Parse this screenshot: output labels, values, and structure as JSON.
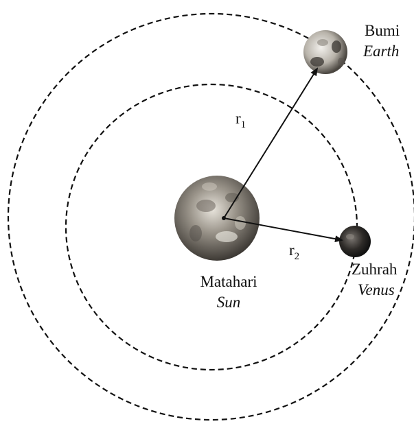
{
  "earth": {
    "name": "Bumi",
    "name_en": "Earth"
  },
  "venus": {
    "name": "Zuhrah",
    "name_en": "Venus"
  },
  "sun": {
    "name": "Matahari",
    "name_en": "Sun"
  },
  "radius1": {
    "symbol": "r",
    "subscript": "1"
  },
  "radius2": {
    "symbol": "r",
    "subscript": "2"
  }
}
